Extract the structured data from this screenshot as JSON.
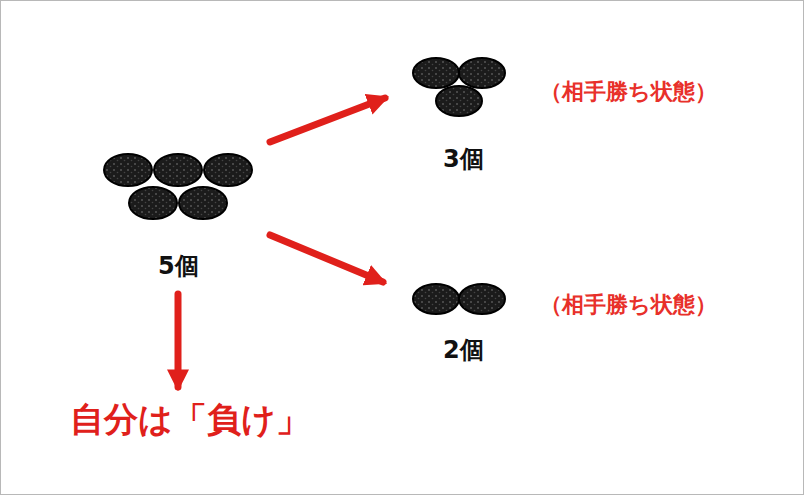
{
  "diagram": {
    "nodes": [
      {
        "text": [
          "5個"
        ]
      },
      {
        "text": [
          "3個",
          "（相手勝ち状態）"
        ]
      },
      {
        "text": [
          "2個",
          "（相手勝ち状態）"
        ]
      },
      {
        "text": [
          "自分は「負け」"
        ]
      }
    ],
    "edges": [
      {
        "from": 0,
        "to": 1,
        "arrow": "to"
      },
      {
        "from": 0,
        "to": 2,
        "arrow": "to"
      },
      {
        "from": 0,
        "to": 3,
        "arrow": "to"
      }
    ]
  }
}
